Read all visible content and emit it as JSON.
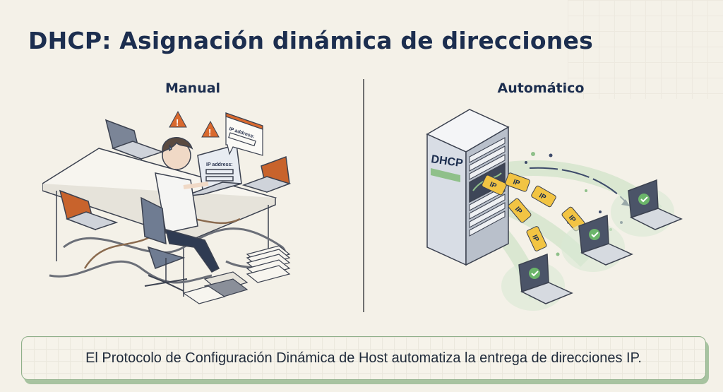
{
  "title": "DHCP: Asignación dinámica de direcciones",
  "left_panel": {
    "heading": "Manual",
    "popup_label": "IP address:",
    "screen_label": "IP address:"
  },
  "right_panel": {
    "heading": "Automático",
    "server_label": "DHCP",
    "ticket_label": "IP"
  },
  "caption": "El Protocolo de Configuración Dinámica de Host automatiza la entrega de direcciones IP.",
  "colors": {
    "background": "#f4f1e8",
    "title": "#1c2e4f",
    "accent_green": "#8fb08a",
    "warning_orange": "#d9692e",
    "ticket_yellow": "#f2c443"
  }
}
